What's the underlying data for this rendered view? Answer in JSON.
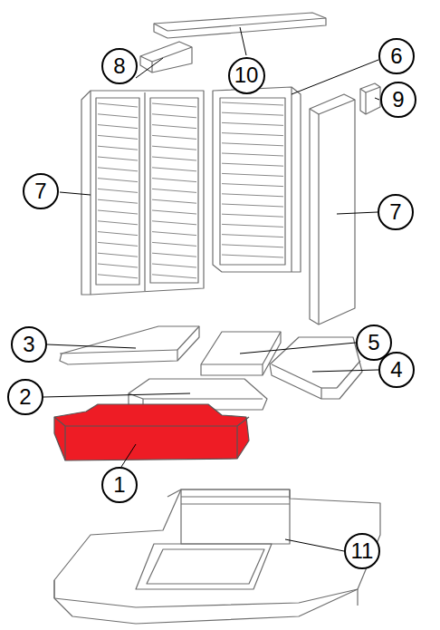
{
  "diagram": {
    "nodes": [
      {
        "text": [
          "8"
        ]
      },
      {
        "text": [
          "10"
        ]
      },
      {
        "text": [
          "6"
        ]
      },
      {
        "text": [
          "9"
        ]
      },
      {
        "text": [
          "7"
        ]
      },
      {
        "text": [
          "7"
        ]
      },
      {
        "text": [
          "3"
        ]
      },
      {
        "text": [
          "5"
        ]
      },
      {
        "text": [
          "4"
        ]
      },
      {
        "text": [
          "2"
        ]
      },
      {
        "text": [
          "1"
        ]
      },
      {
        "text": [
          "11"
        ]
      }
    ]
  }
}
